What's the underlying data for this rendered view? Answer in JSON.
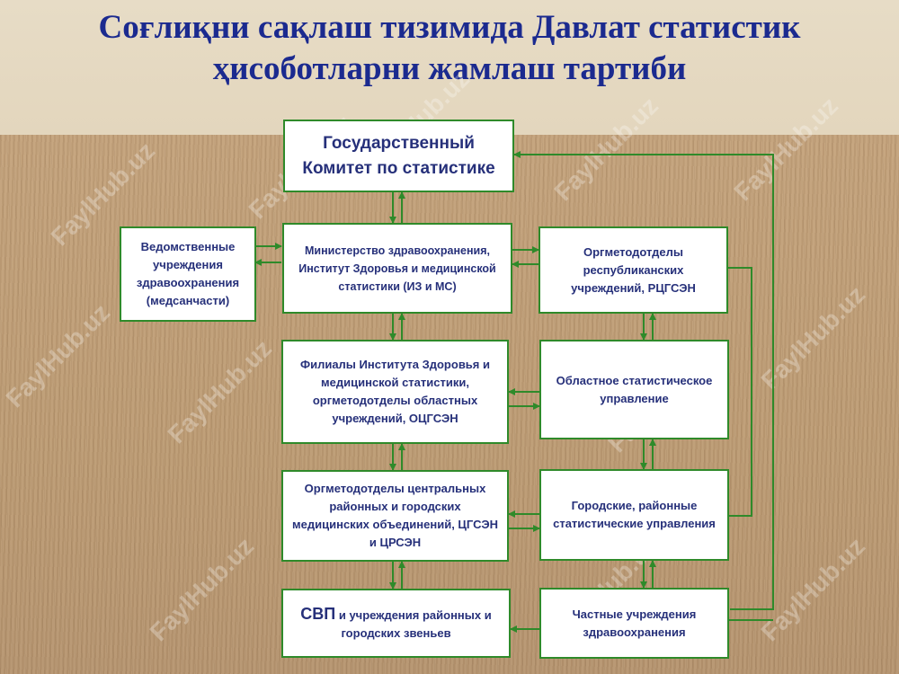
{
  "title": "Соғлиқни сақлаш тизимида Давлат статистик ҳисоботларни жамлаш тартиби",
  "boxes": {
    "goskomstat": "Государственный Комитет по статистике",
    "ministry": "Министерство здравоохранения, Институт Здоровья и медицинской статистики (ИЗ и МС)",
    "departmental": "Ведомственные учреждения здравоохранения (медсанчасти)",
    "orgmethod_republic": "Оргметодотделы республиканских учреждений, РЦГСЭН",
    "branches": "Филиалы Института Здоровья и медицинской статистики, оргметодотделы областных учреждений, ОЦГСЭН",
    "regional_stat": "Областное статистическое управление",
    "orgmethod_central": "Оргметодотделы центральных районных и городских медицинских объединений, ЦГСЭН и ЦРСЭН",
    "city_district_stat": "Городские, районные статистические управления",
    "svp_abbr": "СВП",
    "svp_rest": "и учреждения районных и городских звеньев",
    "private": "Частные учреждения здравоохранения"
  },
  "watermark": "FaylHub.uz",
  "colors": {
    "title": "#1b2a8f",
    "box_text": "#26307a",
    "border": "#2f8a2a",
    "arrow": "#2f8a2a"
  }
}
